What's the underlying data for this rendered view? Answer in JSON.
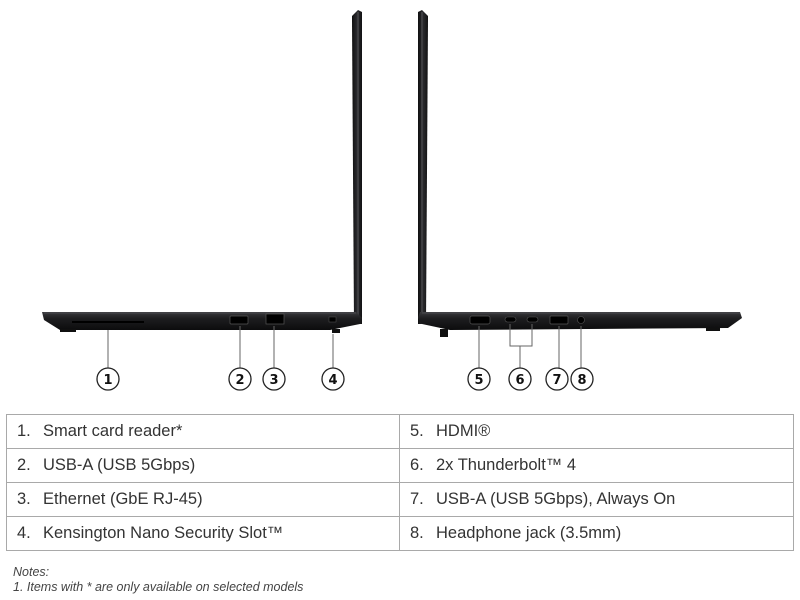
{
  "callouts": [
    "1",
    "2",
    "3",
    "4",
    "5",
    "6",
    "7",
    "8"
  ],
  "ports": [
    {
      "num": "1.",
      "label": "Smart card reader*"
    },
    {
      "num": "2.",
      "label": "USB-A (USB 5Gbps)"
    },
    {
      "num": "3.",
      "label": "Ethernet (GbE RJ-45)"
    },
    {
      "num": "4.",
      "label": "Kensington Nano Security Slot™"
    },
    {
      "num": "5.",
      "label": "HDMI®"
    },
    {
      "num": "6.",
      "label": "2x Thunderbolt™ 4"
    },
    {
      "num": "7.",
      "label": "USB-A (USB 5Gbps), Always On"
    },
    {
      "num": "8.",
      "label": "Headphone jack (3.5mm)"
    }
  ],
  "notes": {
    "heading": "Notes:",
    "line1": "1. Items with * are only available on selected models"
  },
  "colors": {
    "chassis": "#1c1c1e",
    "leader": "#666666"
  }
}
